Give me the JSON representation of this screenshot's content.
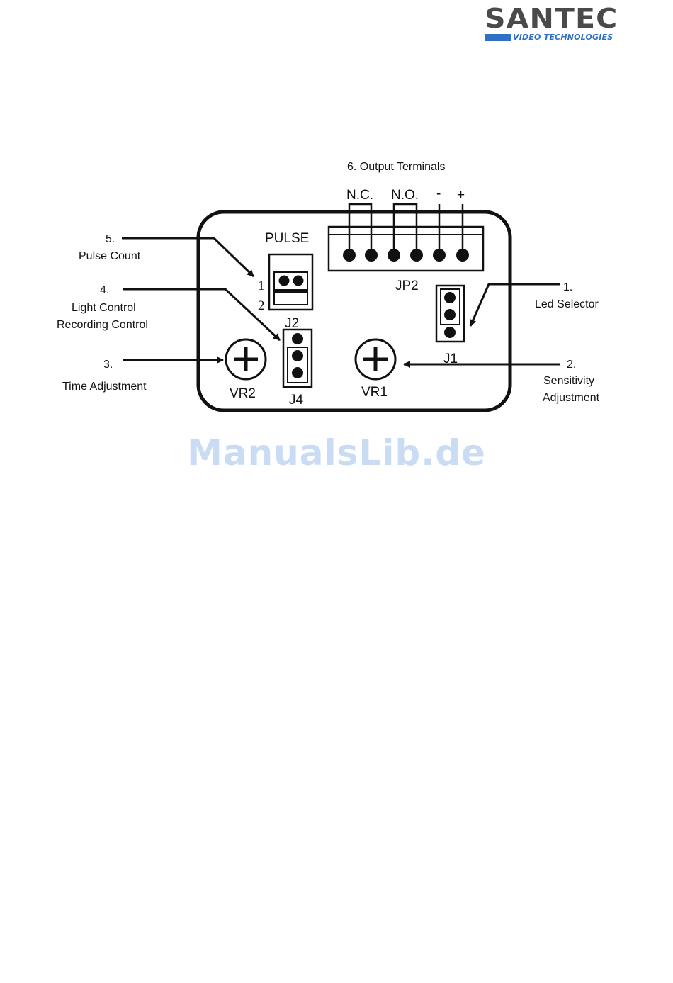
{
  "logo": {
    "brand": "SANTEC",
    "tagline": "VIDEO TECHNOLOGIES",
    "accent": "#2f6fc4"
  },
  "diagram": {
    "title": "6. Output Terminals",
    "terminals": {
      "nc": "N.C.",
      "no": "N.O.",
      "minus": "-",
      "plus": "+",
      "block": "JP2"
    },
    "pulse": "PULSE",
    "pin1": "1",
    "pin2": "2",
    "j1": "J1",
    "j2": "J2",
    "j4": "J4",
    "vr1": "VR1",
    "vr2": "VR2",
    "callouts": {
      "c1_num": "1.",
      "c1_text": "Led Selector",
      "c2_num": "2.",
      "c2_line1": "Sensitivity",
      "c2_line2": "Adjustment",
      "c3_num": "3.",
      "c3_text": "Time Adjustment",
      "c4_num": "4.",
      "c4_line1": "Light Control",
      "c4_line2": "Recording Control",
      "c5_num": "5.",
      "c5_text": "Pulse Count"
    }
  },
  "watermark": "ManualsLib.de"
}
